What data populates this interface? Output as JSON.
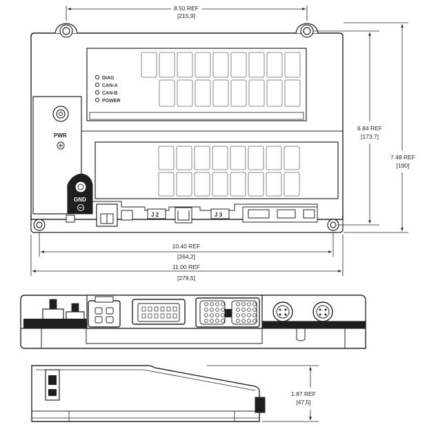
{
  "dimensions": {
    "top_width": {
      "ref": "8.50 REF",
      "metric": "[215,9]"
    },
    "inner_height": {
      "ref": "6.84 REF",
      "metric": "[173,7]"
    },
    "outer_height": {
      "ref": "7.48 REF",
      "metric": "[190]"
    },
    "mount_width": {
      "ref": "10.40 REF",
      "metric": "[264,2]"
    },
    "overall_width": {
      "ref": "11.00 REF",
      "metric": "[279,5]"
    },
    "side_height": {
      "ref": "1.87 REF",
      "metric": "[47,5]"
    }
  },
  "leds": [
    "DIAG",
    "CAN-A",
    "CAN-B",
    "POWER"
  ],
  "labels": {
    "power": "PWR",
    "ground": "GND",
    "j2": "J 2",
    "j3": "J 3"
  }
}
